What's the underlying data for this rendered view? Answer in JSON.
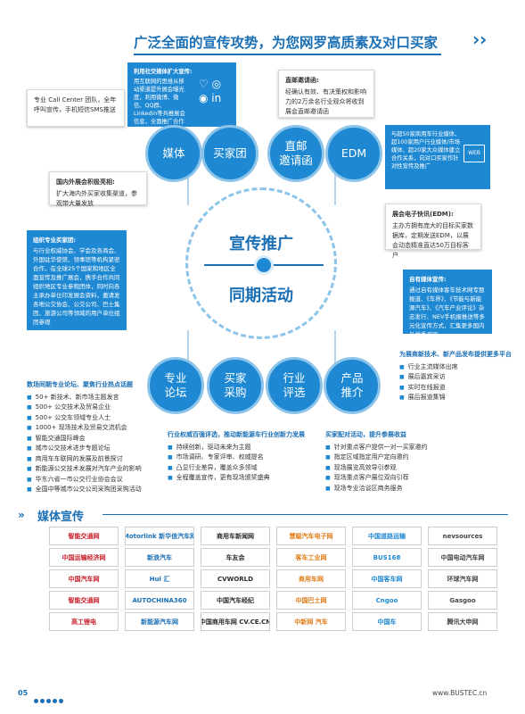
{
  "header": {
    "title": "广泛全面的宣传攻势，为您网罗高质素及对口买家"
  },
  "circles_top": [
    {
      "label": "媒体"
    },
    {
      "label": "买家团"
    },
    {
      "label": "直邮\n邀请函"
    },
    {
      "label": "EDM"
    }
  ],
  "circles_bottom": [
    {
      "label": "专业\n论坛"
    },
    {
      "label": "买家\n采购"
    },
    {
      "label": "行业\n评选"
    },
    {
      "label": "产品\n推介"
    }
  ],
  "center": {
    "top": "宣传推广",
    "bottom": "同期活动"
  },
  "boxes": {
    "social": {
      "title": "利用社交媒体扩大宣传:",
      "body": "用互联网的思维从移动渠道提升展会曝光度，利用微博、微信、QQ群、Linkedin等共推展会信息，全面推广合作企业的新产品新技术"
    },
    "callcenter": {
      "body": "专业 Call Center 团队，全年呼叫宣传，手机短信SMS推送"
    },
    "directmail": {
      "title": "直邮邀请函:",
      "body": "经确认有效、有决策权和影响力的2万余名行业观众将收到展会直邮邀请函"
    },
    "industry": {
      "body": "与超50家商用车行业媒体、超100家用户行业媒体/市场媒体、超20家大众媒体建立合作关系，向对口买家作针对性宣传及推广"
    },
    "exhibitions": {
      "title": "国内外展会积极亮相:",
      "body": "扩大海内外买家收集渠道，参观带大量发放"
    },
    "edm": {
      "title": "展会电子快讯(EDM):",
      "body": "主办方拥有庞大的目标买家数据库，定期发送EDM，以展会动态精准直达50万目标客户"
    },
    "buyers": {
      "title": "组织专业买家团:",
      "body": "与行业权威协会、学会及各商会、外国驻华使馆、领事馆等机构紧密合作，在全球25个国家和地区全面宣传及推广展会，携手合作共同组织地区专业参观团体，同时向各主承办单位印发展会资料，邀请发各地公交协会、公交公司、巴士集团、旅游公司等领域的用户单位组团参观"
    },
    "ownmedia": {
      "title": "自有媒体宣传:",
      "body": "通过自有媒体客车技术网专题报道、《车界》、《节能与新能源汽车》、《汽车产业评论》杂志发行、NEV手机报推送等多元化宣传方式，汇集更多国内外优秀买家"
    }
  },
  "forum": {
    "title": "数场同期专业论坛、聚焦行业热点话题",
    "items": [
      "50+ 新技术、新市场主题发言",
      "500+ 公交技术及贸易企业",
      "500+ 公交车领域专业人士",
      "1000+ 现场技术及贸易交流机会",
      "智能交通国际峰会",
      "城市公交技术进步专题论坛",
      "商用车车联网的发展及前景探讨",
      "新能源公交技术发展对汽车产业的影响",
      "华东六省一市公交行业协会会议",
      "全国中等城市公交公司采购团采购活动"
    ]
  },
  "awards": {
    "title": "行业权威百强评选，推动新能源车行业创新力发展",
    "items": [
      "持续创新，驱动未来为主题",
      "市场调研、专家评审、权威提名",
      "凸显行业差异，覆盖众多领域",
      "全程覆盖宣传，更有现场颁奖盛典"
    ]
  },
  "matchmaking": {
    "title": "买家配对活动，提升参展收益",
    "items": [
      "针对重点客户提供一对一买家邀约",
      "指定区域指定用户定向邀约",
      "现场展览高效导引参观",
      "现场重点客户展位双向引荐",
      "现场专业洽谈区商务服务"
    ]
  },
  "launch": {
    "title": "为展商新技术、新产品发布提供更多平台",
    "items": [
      "行业主流媒体出席",
      "展后嘉宾采访",
      "实时在线报道",
      "展后报道集锦"
    ]
  },
  "media": {
    "title": "媒体宣传",
    "logos": [
      "智能交通网",
      "Motorlink 新华信汽车网",
      "商用车新闻网",
      "慧聪汽车电子网",
      "中国道路运输",
      "nevsources",
      "中国运输经济网",
      "新浪汽车",
      "车友会",
      "客车工业网",
      "BUS168",
      "中国电动汽车网",
      "中国汽车网",
      "Hui 汇",
      "CVWORLD",
      "商用车网",
      "中国客车网",
      "环球汽车网",
      "智能交通网",
      "AUTOCHINA360",
      "中国汽车经纪",
      "中国巴士网",
      "Cngoo",
      "Gasgoo",
      "高工锂电",
      "新能源汽车网",
      "中国商用车网 CV.CE.CN",
      "中新网 汽车",
      "中国车",
      "腾讯大申网"
    ]
  },
  "footer": {
    "page": "05",
    "url": "www.BUSTEC.cn"
  }
}
